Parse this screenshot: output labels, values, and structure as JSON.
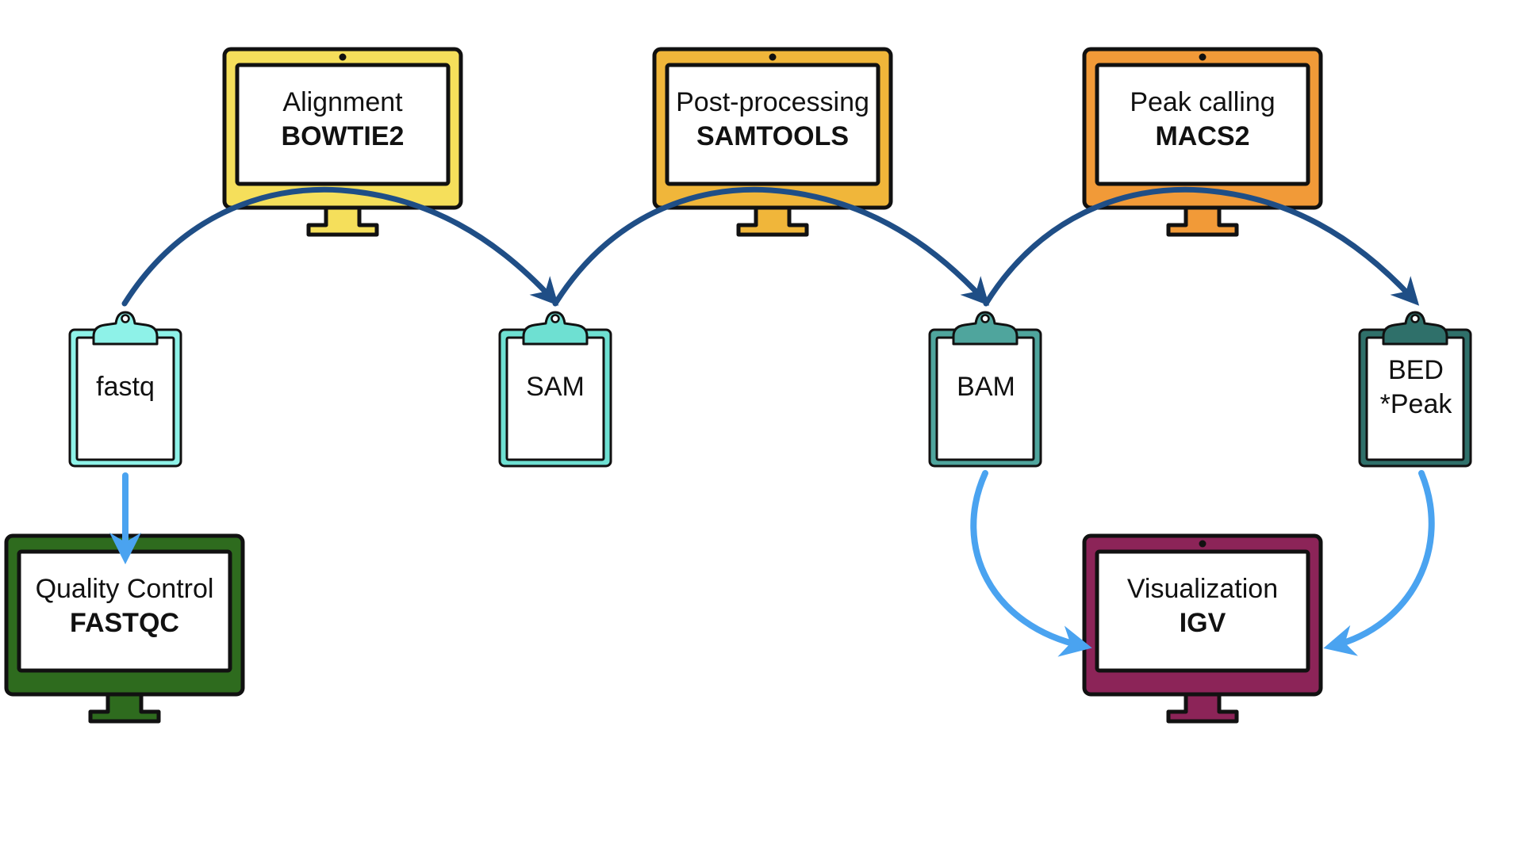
{
  "colors": {
    "alignment": "#F5DF5B",
    "postprocessing": "#F0B63A",
    "peakcalling": "#F19A38",
    "qc": "#2E6B1E",
    "visualization": "#8C2458",
    "fastq": "#8EF2E8",
    "sam": "#6EE0D2",
    "bam": "#4FA59D",
    "bed": "#2F706A",
    "arrow_dark": "#1F4E86",
    "arrow_light": "#4AA3F0",
    "outline": "#111111"
  },
  "monitors": [
    {
      "id": "alignment",
      "title": "Alignment",
      "tool": "BOWTIE2",
      "color_key": "alignment"
    },
    {
      "id": "postprocessing",
      "title": "Post-processing",
      "tool": "SAMTOOLS",
      "color_key": "postprocessing"
    },
    {
      "id": "peakcalling",
      "title": "Peak calling",
      "tool": "MACS2",
      "color_key": "peakcalling"
    },
    {
      "id": "qc",
      "title": "Quality Control",
      "tool": "FASTQC",
      "color_key": "qc"
    },
    {
      "id": "visualization",
      "title": "Visualization",
      "tool": "IGV",
      "color_key": "visualization"
    }
  ],
  "files": [
    {
      "id": "fastq",
      "lines": [
        "fastq"
      ],
      "color_key": "fastq"
    },
    {
      "id": "sam",
      "lines": [
        "SAM"
      ],
      "color_key": "sam"
    },
    {
      "id": "bam",
      "lines": [
        "BAM"
      ],
      "color_key": "bam"
    },
    {
      "id": "bed",
      "lines": [
        "BED",
        "*Peak"
      ],
      "color_key": "bed"
    }
  ],
  "arrows": [
    {
      "from": "fastq",
      "to": "sam",
      "via": "alignment",
      "style": "arrow_dark"
    },
    {
      "from": "sam",
      "to": "bam",
      "via": "postprocessing",
      "style": "arrow_dark"
    },
    {
      "from": "bam",
      "to": "bed",
      "via": "peakcalling",
      "style": "arrow_dark"
    },
    {
      "from": "fastq",
      "to": "qc",
      "style": "arrow_light"
    },
    {
      "from": "bam",
      "to": "visualization",
      "style": "arrow_light"
    },
    {
      "from": "bed",
      "to": "visualization",
      "style": "arrow_light"
    }
  ]
}
